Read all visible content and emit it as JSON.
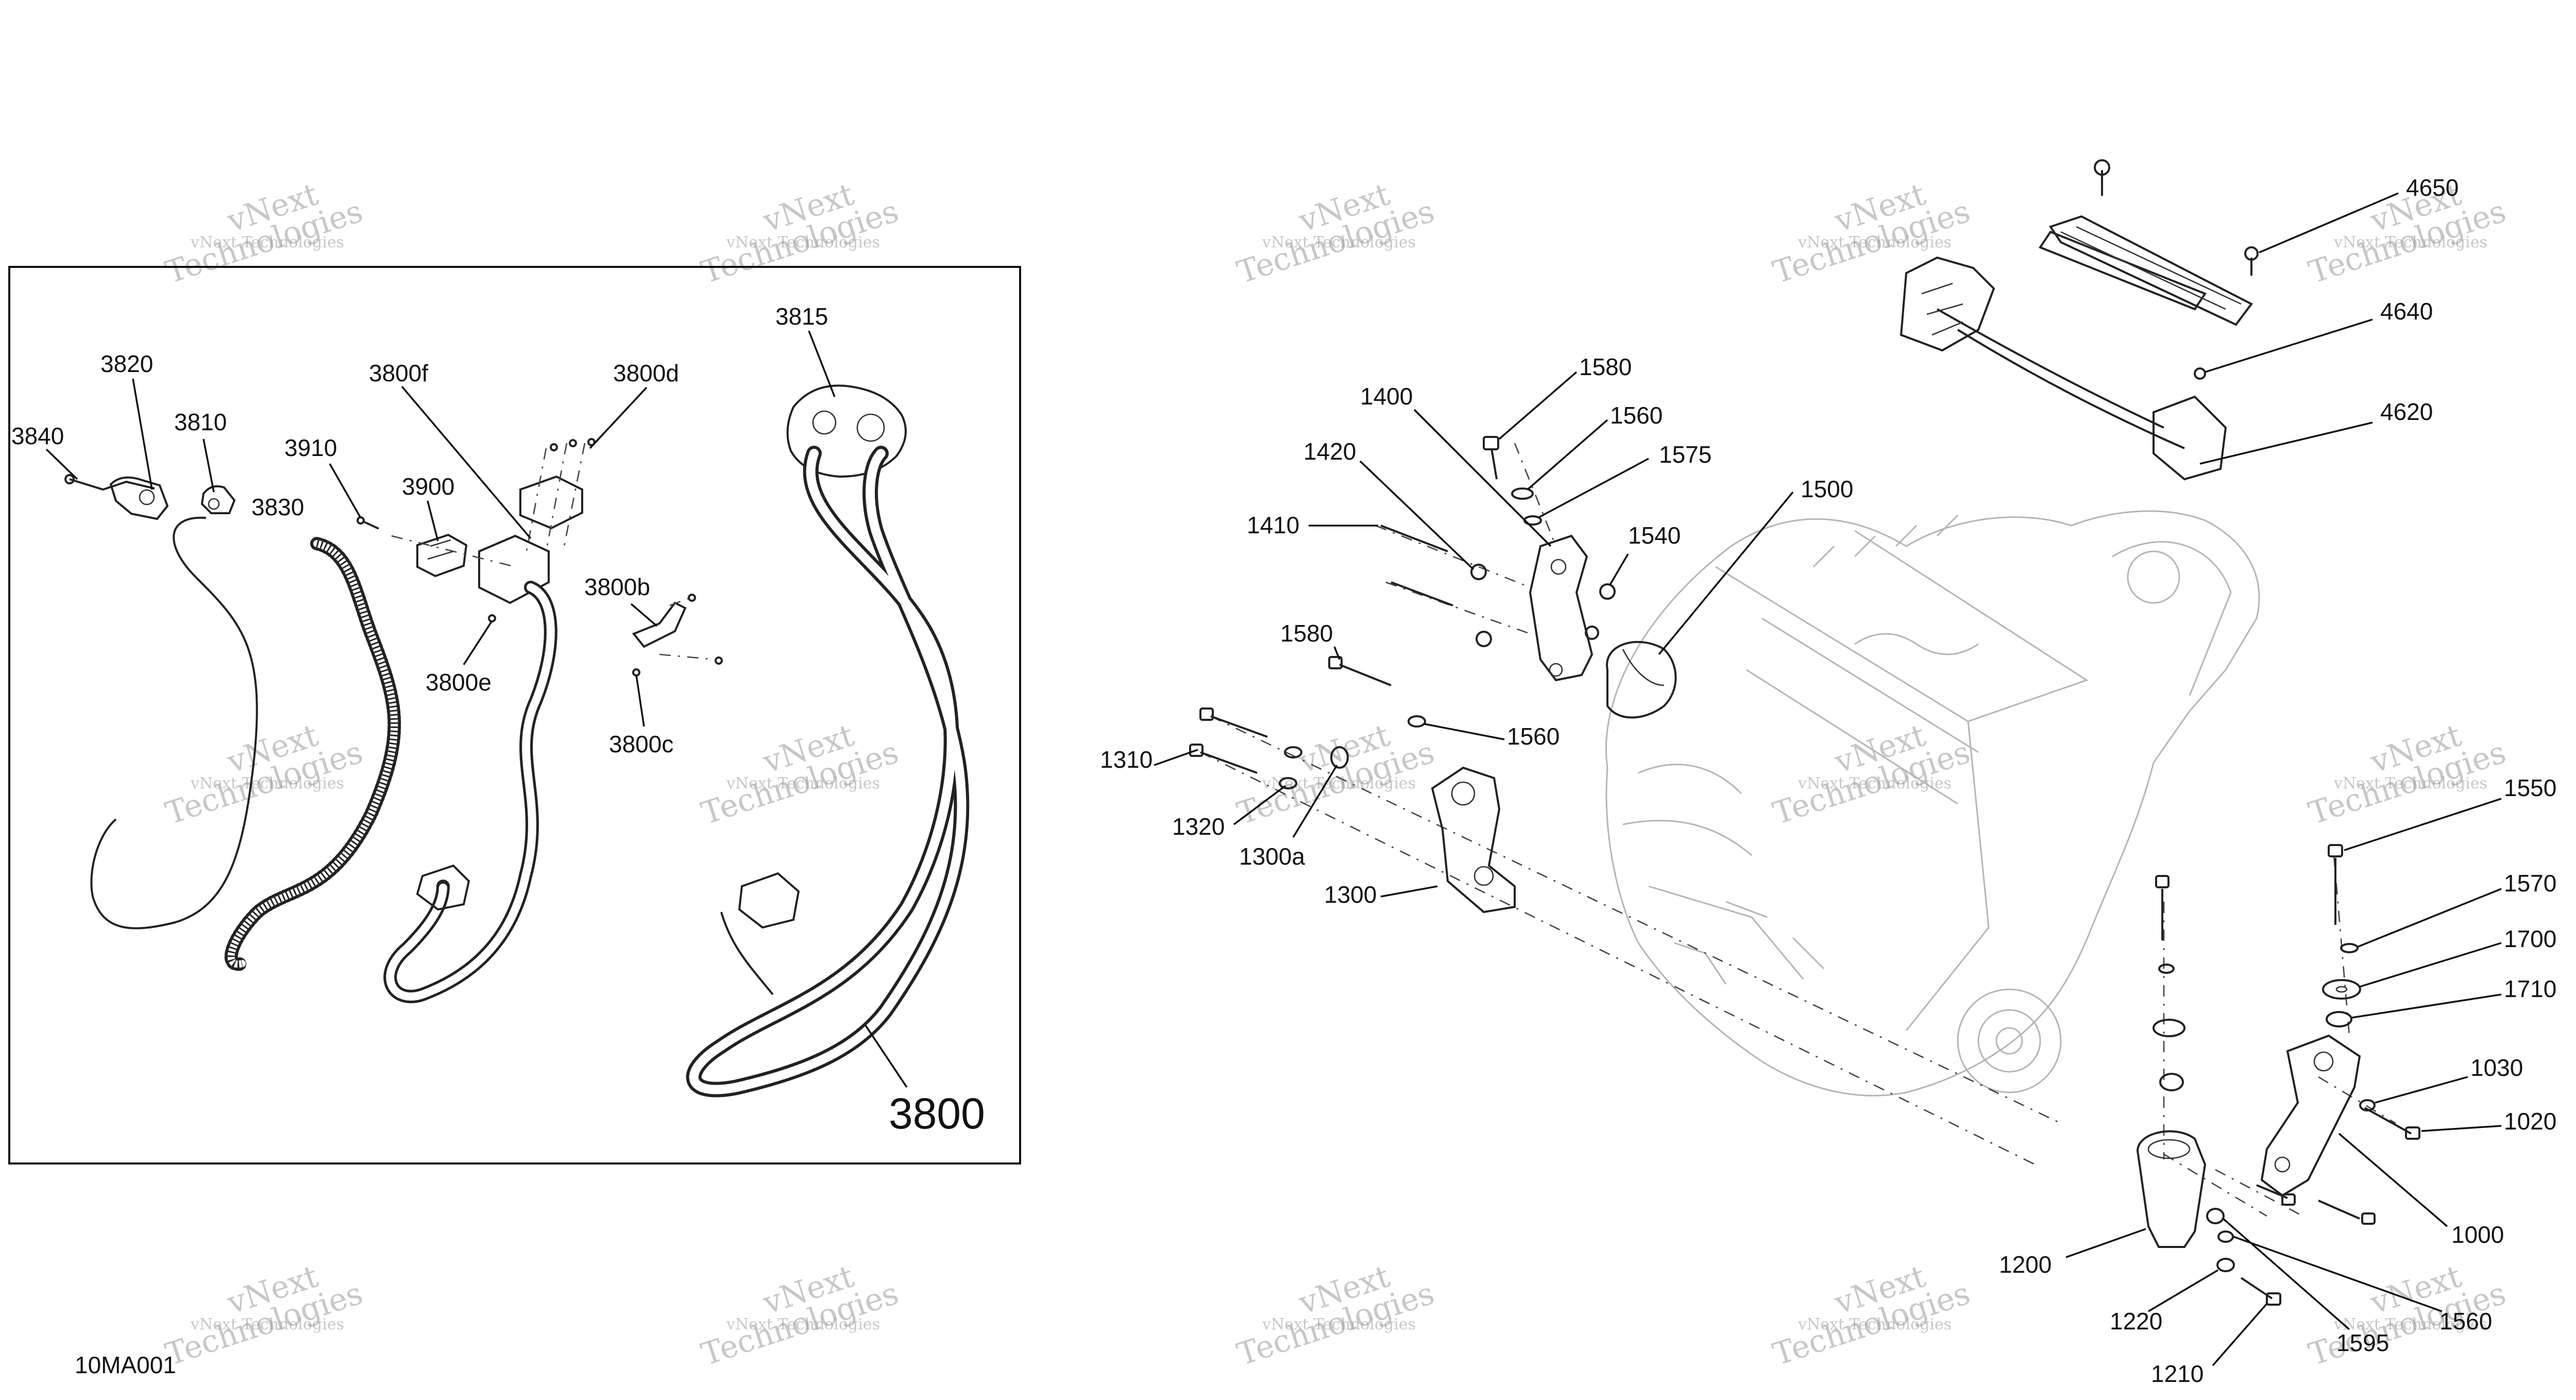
{
  "document_code": "10MA001",
  "watermark": {
    "small": "vNext Technologies",
    "big_top": "vNext",
    "big_bottom": "Technologies"
  },
  "inset_callouts": {
    "c3840": "3840",
    "c3820": "3820",
    "c3810": "3810",
    "c3830": "3830",
    "c3910": "3910",
    "c3900": "3900",
    "c3800f": "3800f",
    "c3800d": "3800d",
    "c3815": "3815",
    "c3800b": "3800b",
    "c3800e": "3800e",
    "c3800c": "3800c",
    "c3800": "3800"
  },
  "main_callouts": {
    "c4650": "4650",
    "c4640": "4640",
    "c4620": "4620",
    "c1580a": "1580",
    "c1560a": "1560",
    "c1575": "1575",
    "c1400": "1400",
    "c1420": "1420",
    "c1410": "1410",
    "c1540": "1540",
    "c1500": "1500",
    "c1580b": "1580",
    "c1560b": "1560",
    "c1310": "1310",
    "c1320": "1320",
    "c1300a": "1300a",
    "c1300": "1300",
    "c1550": "1550",
    "c1570": "1570",
    "c1700": "1700",
    "c1710": "1710",
    "c1030": "1030",
    "c1020": "1020",
    "c1000": "1000",
    "c1200": "1200",
    "c1220": "1220",
    "c1210": "1210",
    "c1595": "1595",
    "c1560c": "1560"
  }
}
